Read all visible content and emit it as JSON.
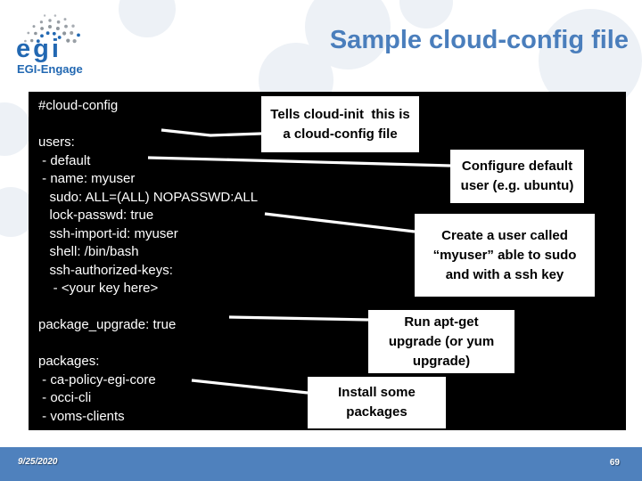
{
  "header": {
    "title": "Sample cloud-config file"
  },
  "logo": {
    "brand": "egi",
    "program": "EGI-Engage"
  },
  "code": {
    "text": "#cloud-config\n\nusers:\n - default\n - name: myuser\n   sudo: ALL=(ALL) NOPASSWD:ALL\n   lock-passwd: true\n   ssh-import-id: myuser\n   shell: /bin/bash\n   ssh-authorized-keys:\n    - <your key here>\n\npackage_upgrade: true\n\npackages:\n - ca-policy-egi-core\n - occi-cli\n - voms-clients"
  },
  "callouts": {
    "cloud_init": "Tells cloud-init  this is\na cloud-config file",
    "default_user": "Configure default\nuser (e.g. ubuntu)",
    "create_user": "Create a user called\n“myuser” able to sudo\nand with a ssh key",
    "upgrade": "Run apt-get\nupgrade (or yum\nupgrade)",
    "packages": "Install some\npackages"
  },
  "footer": {
    "date": "9/25/2020",
    "page_number": "69"
  },
  "colors": {
    "title_blue": "#4a7ebc",
    "footer_bar_blue": "#4f81bd",
    "logo_blue": "#2268b2",
    "code_background": "#000000",
    "code_text": "#ffffff",
    "callout_background": "#ffffff",
    "connector_line": "#ffffff"
  }
}
